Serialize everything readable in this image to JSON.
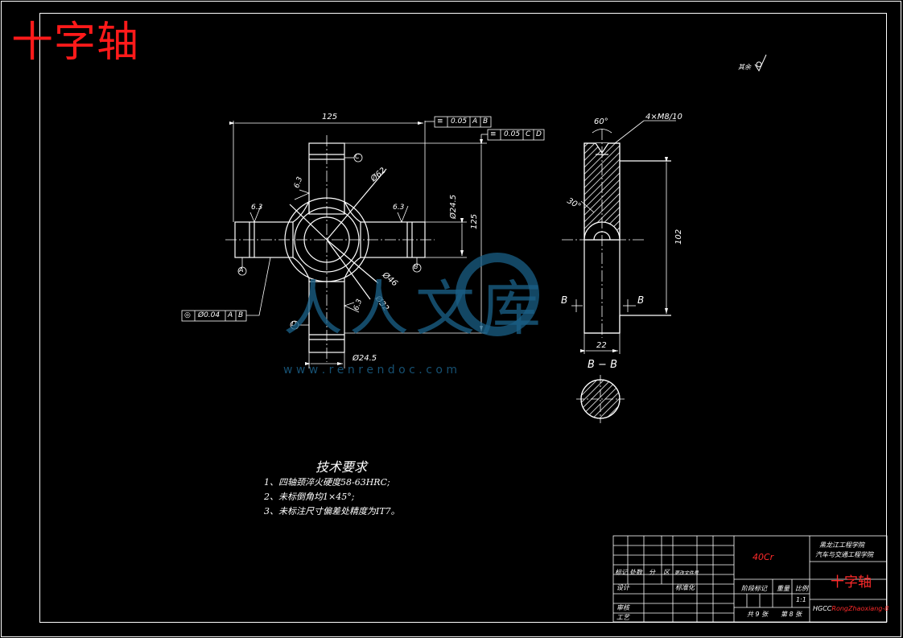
{
  "title": "十字轴",
  "roughness_note": "其余",
  "dimensions": {
    "overall_length": "125",
    "overall_height": "125",
    "tol_box_1": [
      "≡",
      "0.05",
      "A",
      "B"
    ],
    "tol_box_2": [
      "≡",
      "0.05",
      "C",
      "D"
    ],
    "tol_box_3": [
      "◎",
      "Ø0.04",
      "A",
      "B"
    ],
    "bore_dia": "Ø62",
    "inner_dia": "Ø46",
    "outer_dia": "Ø32",
    "journal_dia_v": "Ø24.5",
    "journal_dia_h": "Ø24.5",
    "roughness_values": [
      "6.3",
      "6.3",
      "6.3",
      "6.3"
    ],
    "datums": [
      "A",
      "B",
      "C",
      "D"
    ],
    "side_angle": "60°",
    "thread": "4×M8/10",
    "chamfer_angle": "30°",
    "side_height": "102",
    "side_width": "22",
    "section_marks": [
      "B",
      "B"
    ],
    "section_title": "B − B"
  },
  "tech_requirements": {
    "heading": "技术要求",
    "items": [
      "1、四轴颈淬火硬度58-63HRC;",
      "2、未标倒角均1×45°;",
      "3、未标注尺寸偏差处精度为IT7。"
    ]
  },
  "title_block": {
    "material": "40Cr",
    "school_line1": "黑龙江工程学院",
    "school_line2": "汽车与交通工程学院",
    "part_name": "十字轴",
    "row_labels": [
      "标记",
      "处数",
      "分",
      "区",
      "更改文件号"
    ],
    "design": "设计",
    "standardize": "标准化",
    "review": "审核",
    "process": "工艺",
    "stage_label": "阶段标记",
    "weight_label": "重量",
    "scale_label": "比例",
    "scale": "1:1",
    "sheets": "共 9 张",
    "sheet_no": "第 8 张",
    "code_prefix": "HGCC",
    "code_suffix": "RongZhaoxiang-8"
  },
  "watermark": {
    "text": "人人文库",
    "url": "w w w . r e n r e n d o c . c o m"
  },
  "colors": {
    "background": "#000000",
    "lines": "#ffffff",
    "title_red": "#ff1a1a",
    "watermark": "#1a5f86"
  }
}
